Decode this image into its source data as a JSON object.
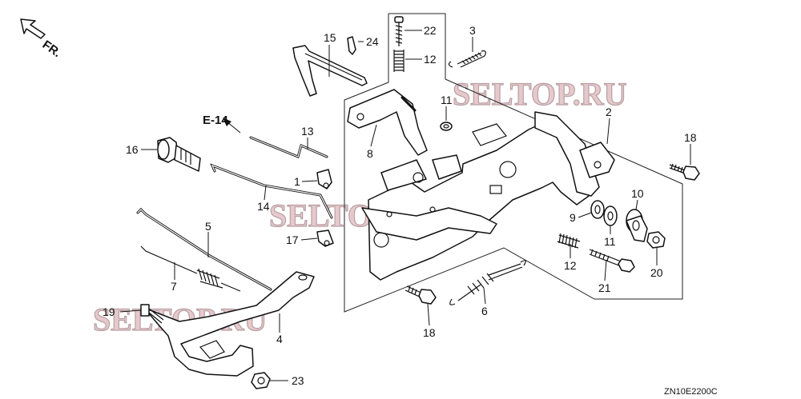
{
  "direction_label": "FR.",
  "reference_label": "E-14",
  "diagram_code": "ZN10E2200C",
  "watermarks": [
    "SELTOP.RU",
    "SELTOP.RU",
    "SELTOP.RU"
  ],
  "callouts": {
    "p15": "15",
    "p24": "24",
    "p22": "22",
    "p3": "3",
    "p12a": "12",
    "p11a": "11",
    "p2": "2",
    "p18a": "18",
    "p16": "16",
    "p13": "13",
    "p8": "8",
    "p1": "1",
    "p10": "10",
    "p14": "14",
    "p9": "9",
    "p11b": "11",
    "p5": "5",
    "p17": "17",
    "p12b": "12",
    "p20": "20",
    "p7": "7",
    "p21": "21",
    "p19": "19",
    "p6": "6",
    "p18b": "18",
    "p4": "4",
    "p23": "23"
  }
}
